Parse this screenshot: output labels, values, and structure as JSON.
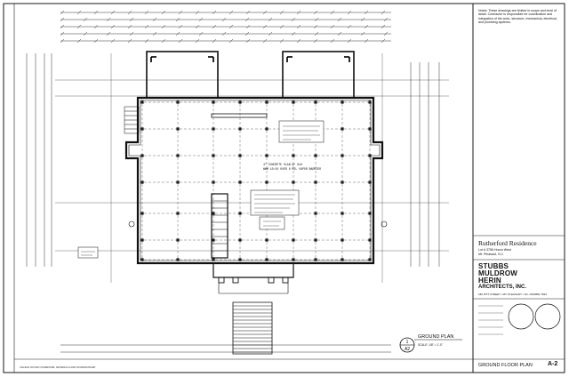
{
  "plan_title": "GROUND PLAN",
  "plan_scale": "SCALE: 1/8\" = 1'-0\"",
  "plan_label_number": "1",
  "plan_label_sheet": "A2",
  "notes": "Notes: These drawings are limited in scope and level of detail. Contractor is responsible for coordination and integration of the work, structure, mechanical, electrical, and plumbing systems.",
  "project": {
    "name": "Rutherford Residence",
    "line1": "Lot # 3756 Huron West",
    "line2": "Mt. Pleasant, S.C."
  },
  "firm": {
    "line1": "STUBBS",
    "line2": "MULDROW",
    "line3": "HERIN",
    "line4": "ARCHITECTS, INC.",
    "address": "182 PITT STREET • MT. PLEASANT • SC • 803/881-7542"
  },
  "sheet_title": "GROUND FLOOR PLAN",
  "sheet_number": "A-2",
  "plan_notes": [
    "4\" CONCRETE SLAB W/ 6x6",
    "WWM 10/10 OVER 6 MIL VAPOR BARRIER"
  ],
  "foot_note": "UNLESS NOTED OTHERWISE: MATERIALS AND WORKMANSHIP",
  "colors": {
    "ink": "#1a1a1a",
    "paper": "#ffffff",
    "faint": "#555555"
  }
}
